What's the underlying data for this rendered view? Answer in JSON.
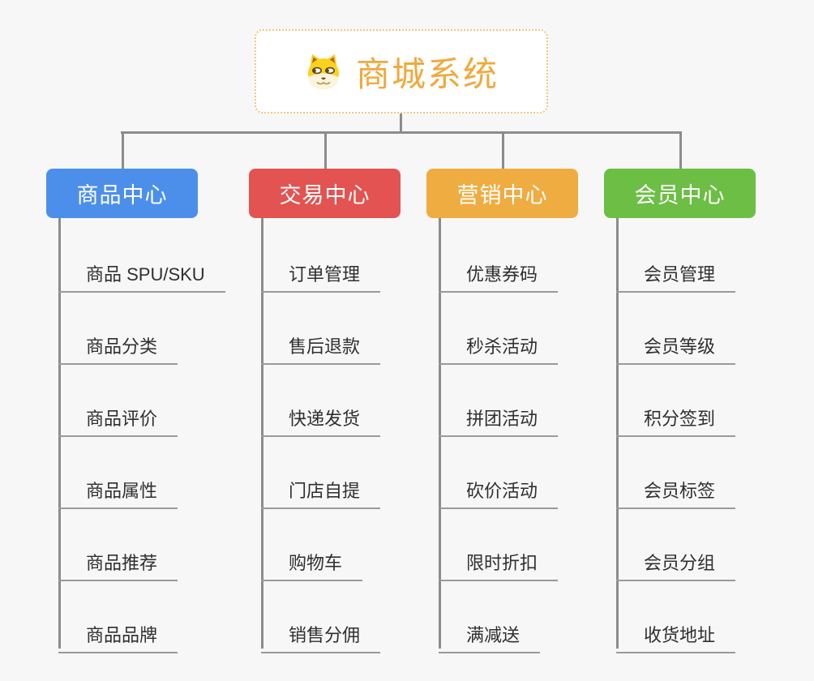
{
  "page": {
    "background_color": "#f7f7f7",
    "connector_color": "#8c8c8c",
    "leaf_underline_color": "#9a9a9a"
  },
  "root": {
    "title": "商城系统",
    "icon": "dog-face-icon",
    "text_color": "#f0a93c",
    "border_color": "#f3c678"
  },
  "branches": [
    {
      "label": "商品中心",
      "color": "#4b8fea",
      "children": [
        "商品 SPU/SKU",
        "商品分类",
        "商品评价",
        "商品属性",
        "商品推荐",
        "商品品牌"
      ]
    },
    {
      "label": "交易中心",
      "color": "#e25351",
      "children": [
        "订单管理",
        "售后退款",
        "快递发货",
        "门店自提",
        "购物车",
        "销售分佣"
      ]
    },
    {
      "label": "营销中心",
      "color": "#efac41",
      "children": [
        "优惠券码",
        "秒杀活动",
        "拼团活动",
        "砍价活动",
        "限时折扣",
        "满减送"
      ]
    },
    {
      "label": "会员中心",
      "color": "#6cbe44",
      "children": [
        "会员管理",
        "会员等级",
        "积分签到",
        "会员标签",
        "会员分组",
        "收货地址"
      ]
    }
  ]
}
